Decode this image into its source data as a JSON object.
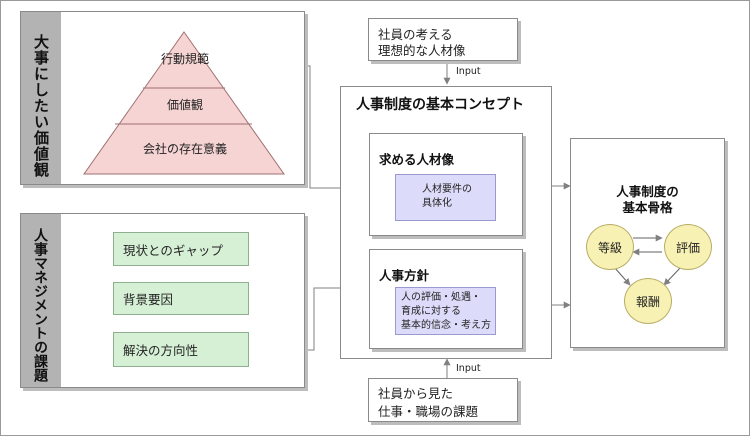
{
  "values_section": {
    "label": "大事にしたい価値観",
    "pyramid": [
      "行動規範",
      "価値観",
      "会社の存在意義"
    ]
  },
  "issues_section": {
    "label": "人事マネジメントの課題",
    "steps": [
      "現状とのギャップ",
      "背景要因",
      "解決の方向性"
    ]
  },
  "top_input": {
    "lines": [
      "社員の考える",
      "理想的な人材像"
    ],
    "arrow_label": "Input"
  },
  "bottom_input": {
    "lines": [
      "社員から見た",
      "仕事・職場の課題"
    ],
    "arrow_label": "Input"
  },
  "concept": {
    "title": "人事制度の基本コンセプト",
    "talent": {
      "title": "求める人材像",
      "detail": [
        "人材要件の",
        "具体化"
      ]
    },
    "policy": {
      "title": "人事方針",
      "detail": [
        "人の評価・処遇・",
        "育成に対する",
        "基本的信念・考え方"
      ]
    }
  },
  "framework": {
    "title": [
      "人事制度の",
      "基本骨格"
    ],
    "nodes": {
      "grade": "等級",
      "evaluation": "評価",
      "reward": "報酬"
    }
  },
  "colors": {
    "sidebar": "#b3b3b3",
    "pyramid_fill": "#f6d4d4",
    "step_fill": "#d6f0d6",
    "detail_fill": "#dcdcfa",
    "node_fill": "#f8f1b4",
    "connector": "#808080"
  }
}
